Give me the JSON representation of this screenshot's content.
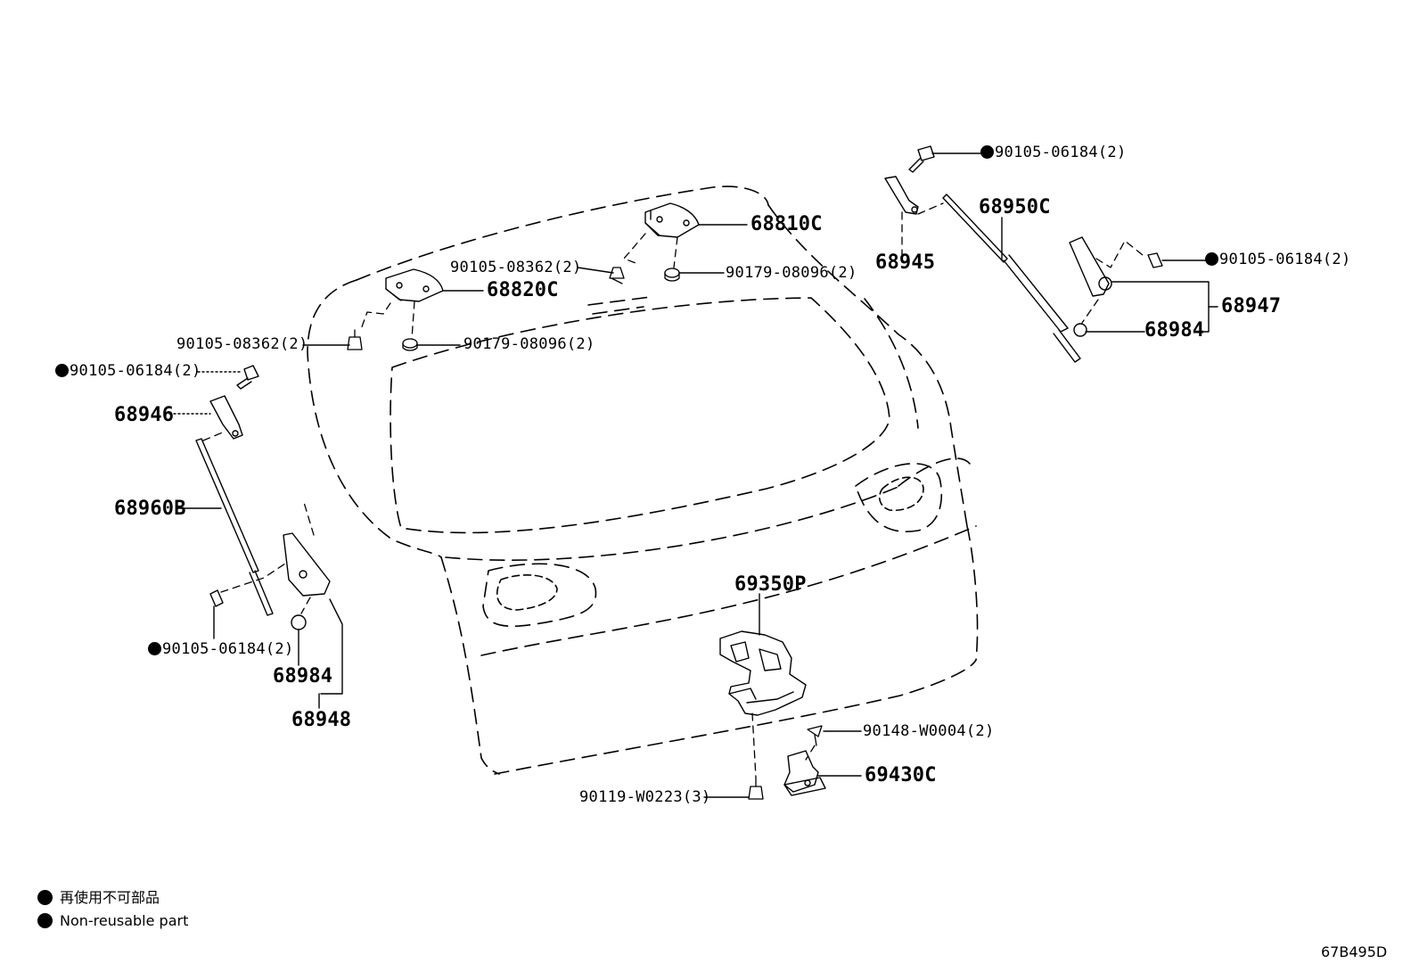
{
  "diagram": {
    "parts": {
      "p68810C": "68810C",
      "p68820C": "68820C",
      "p68950C": "68950C",
      "p68945": "68945",
      "p68947": "68947",
      "p68984_right": "68984",
      "p68946": "68946",
      "p68960B": "68960B",
      "p68984_left": "68984",
      "p68948": "68948",
      "p69350P": "69350P",
      "p69430C": "69430C"
    },
    "fasteners": {
      "f90105_06184_top": "90105-06184(2)",
      "f90105_06184_right": "90105-06184(2)",
      "f90105_06184_left_top": "90105-06184(2)",
      "f90105_06184_left_bottom": "90105-06184(2)",
      "f90105_08362_center": "90105-08362(2)",
      "f90105_08362_left": "90105-08362(2)",
      "f90179_08096_center": "90179-08096(2)",
      "f90179_08096_left": "90179-08096(2)",
      "f90148_W0004": "90148-W0004(2)",
      "f90119_W0223": "90119-W0223(3)"
    }
  },
  "legend": {
    "japanese": "再使用不可部品",
    "english": "Non-reusable part"
  },
  "diagram_code": "67B495D"
}
